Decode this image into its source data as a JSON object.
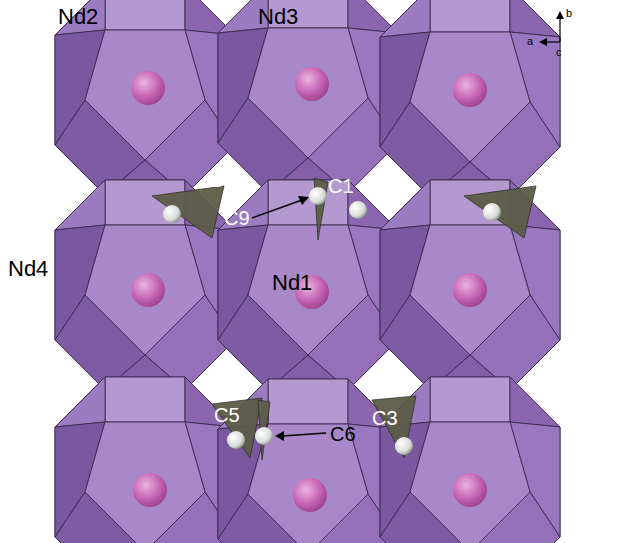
{
  "diagram": {
    "labels": [
      "Nd2",
      "Nd3",
      "C9",
      "C9",
      "C1",
      "Nd4",
      "Nd1",
      "C5",
      "C6",
      "C3",
      "b",
      "a",
      "c"
    ]
  }
}
